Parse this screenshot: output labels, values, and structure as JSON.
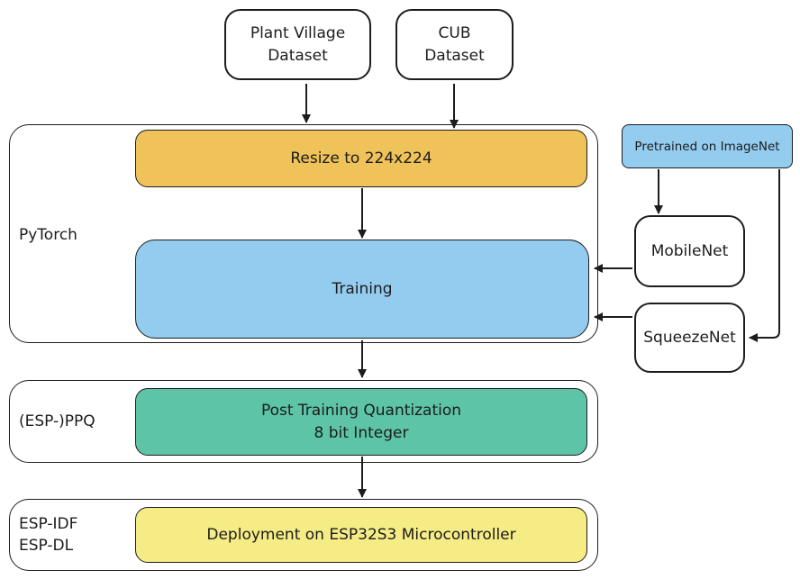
{
  "sources": {
    "plant_village": "Plant Village\nDataset",
    "cub": "CUB\nDataset"
  },
  "groups": {
    "pytorch": "PyTorch",
    "ppq": "(ESP-)PPQ",
    "esp": "ESP-IDF\nESP-DL"
  },
  "steps": {
    "resize": "Resize to 224x224",
    "training": "Training",
    "quantization": "Post Training Quantization\n8 bit Integer",
    "deployment": "Deployment on ESP32S3 Microcontroller"
  },
  "models": {
    "pretrained": "Pretrained on ImageNet",
    "mobilenet": "MobileNet",
    "squeezenet": "SqueezeNet"
  },
  "colors": {
    "resize": "#EFC25A",
    "training": "#93CCEF",
    "quantization": "#5DC4A7",
    "deployment": "#F5EC86",
    "pretrained": "#93CCEF",
    "stroke": "#1c1c1c"
  }
}
